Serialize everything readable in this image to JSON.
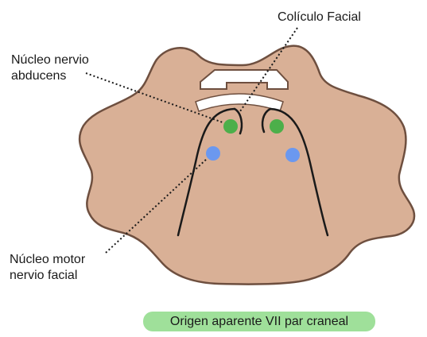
{
  "labels": {
    "coliculo_facial": "Colículo Facial",
    "nucleo_abducens": [
      "Núcleo nervio",
      "abducens"
    ],
    "nucleo_motor_facial": [
      "Núcleo motor",
      "nervio facial"
    ]
  },
  "badge": {
    "text": "Origen aparente VII par craneal",
    "color": "#9fe09a"
  },
  "colors": {
    "tissue_fill": "#d9b096",
    "tissue_edge": "#6e4f3f",
    "abducens_nucleus": "#4caf4a",
    "motor_facial_nucleus": "#6b98ef",
    "outline": "#1a1a1a"
  }
}
